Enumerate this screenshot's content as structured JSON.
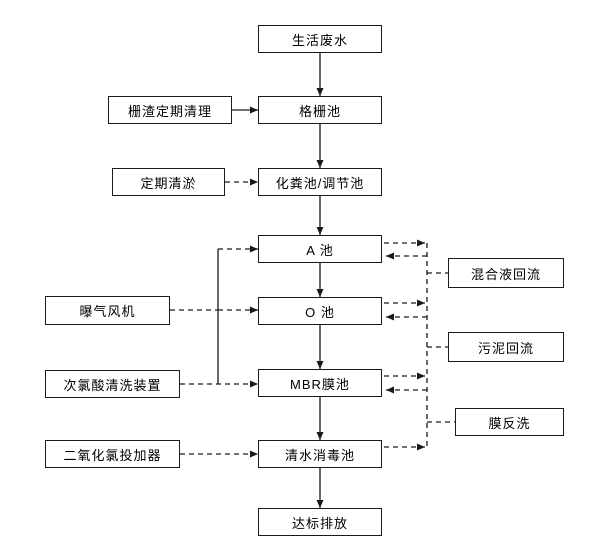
{
  "diagram": {
    "type": "flowchart",
    "topic": "wastewater-treatment-process",
    "colors": {
      "background": "#ffffff",
      "line": "#1a1a1a",
      "box_border": "#1a1a1a",
      "box_fill": "#ffffff",
      "text": "#000000"
    },
    "nodes": {
      "source": {
        "label": "生活废水"
      },
      "grid": {
        "label": "格栅池"
      },
      "septic": {
        "label": "化粪池/调节池"
      },
      "poolA": {
        "label": "A 池"
      },
      "poolO": {
        "label": "O 池"
      },
      "mbr": {
        "label": "MBR膜池"
      },
      "disinfect": {
        "label": "清水消毒池"
      },
      "discharge": {
        "label": "达标排放"
      },
      "gridCleaning": {
        "label": "栅渣定期清理"
      },
      "desilting": {
        "label": "定期清淤"
      },
      "blower": {
        "label": "曝气风机"
      },
      "hypochlorous": {
        "label": "次氯酸清洗装置"
      },
      "chlorineDioxide": {
        "label": "二氧化氯投加器"
      },
      "mixedReflux": {
        "label": "混合液回流"
      },
      "sludgeReflux": {
        "label": "污泥回流"
      },
      "backwash": {
        "label": "膜反洗"
      }
    },
    "edges": [
      {
        "from": "source",
        "to": "grid",
        "style": "solid-arrow"
      },
      {
        "from": "grid",
        "to": "septic",
        "style": "solid-arrow"
      },
      {
        "from": "septic",
        "to": "poolA",
        "style": "solid-arrow"
      },
      {
        "from": "poolA",
        "to": "poolO",
        "style": "solid-arrow"
      },
      {
        "from": "poolO",
        "to": "mbr",
        "style": "solid-arrow"
      },
      {
        "from": "mbr",
        "to": "disinfect",
        "style": "solid-arrow"
      },
      {
        "from": "disinfect",
        "to": "discharge",
        "style": "solid-arrow"
      },
      {
        "from": "gridCleaning",
        "to": "grid",
        "style": "solid-arrow"
      },
      {
        "from": "desilting",
        "to": "septic",
        "style": "dashed-arrow"
      },
      {
        "from": "blower",
        "to": "poolA",
        "style": "dashed-arrow"
      },
      {
        "from": "blower",
        "to": "poolO",
        "style": "dashed-arrow"
      },
      {
        "from": "blower",
        "to": "mbr",
        "style": "dashed-arrow"
      },
      {
        "from": "hypochlorous",
        "to": "mbr",
        "style": "dashed-arrow"
      },
      {
        "from": "chlorineDioxide",
        "to": "disinfect",
        "style": "dashed-arrow"
      },
      {
        "from": "poolO",
        "to": "poolA",
        "via": "mixedReflux",
        "style": "dashed-arrow"
      },
      {
        "from": "mbr",
        "to": "poolO",
        "via": "sludgeReflux",
        "style": "dashed-arrow"
      },
      {
        "from": "disinfect",
        "to": "mbr",
        "via": "backwash",
        "style": "dashed-arrow"
      }
    ]
  }
}
